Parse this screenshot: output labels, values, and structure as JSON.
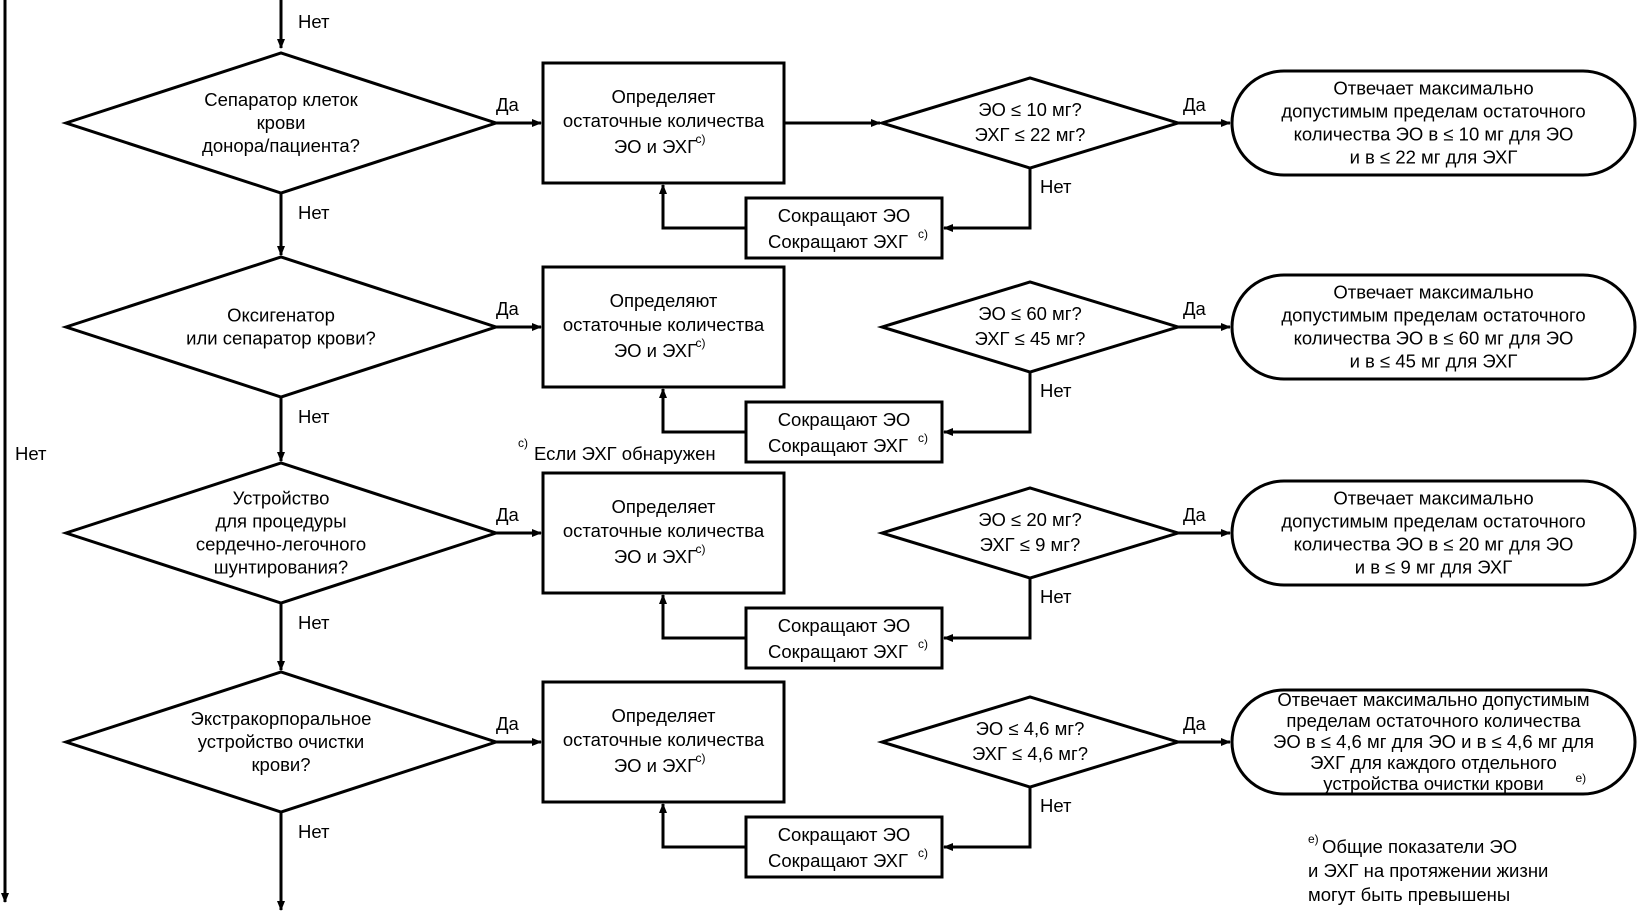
{
  "labels": {
    "yes": "Да",
    "no": "Нет"
  },
  "rows": [
    {
      "question": [
        "Сепаратор клеток",
        "крови",
        "донора/пациента?"
      ],
      "determine": [
        "Определяет",
        "остаточные количества",
        "ЭО и ЭХГ"
      ],
      "determine_sup": "c)",
      "check": [
        "ЭО ≤ 10 мг?",
        "ЭХГ ≤ 22 мг?"
      ],
      "result": [
        "Отвечает максимально",
        "допустимым пределам остаточного",
        "количества ЭО в ≤ 10 мг для ЭО",
        "и в ≤ 22 мг для ЭХГ"
      ],
      "reduce": [
        "Сокращают ЭО",
        "Сокращают ЭХГ"
      ],
      "reduce_sup": "c)"
    },
    {
      "question": [
        "Оксигенатор",
        "или сепаратор крови?"
      ],
      "determine": [
        "Определяют",
        "остаточные количества",
        "ЭО и ЭХГ"
      ],
      "determine_sup": "c)",
      "check": [
        "ЭО ≤ 60 мг?",
        "ЭХГ ≤ 45 мг?"
      ],
      "result": [
        "Отвечает максимально",
        "допустимым пределам остаточного",
        "количества ЭО в ≤ 60 мг для ЭО",
        "и в ≤ 45 мг для ЭХГ"
      ],
      "reduce": [
        "Сокращают ЭО",
        "Сокращают ЭХГ"
      ],
      "reduce_sup": "c)"
    },
    {
      "question": [
        "Устройство",
        "для процедуры",
        "сердечно-легочного",
        "шунтирования?"
      ],
      "determine": [
        "Определяет",
        "остаточные количества",
        "ЭО и ЭХГ"
      ],
      "determine_sup": "c)",
      "check": [
        "ЭО ≤ 20 мг?",
        "ЭХГ ≤ 9 мг?"
      ],
      "result": [
        "Отвечает максимально",
        "допустимым пределам остаточного",
        "количества ЭО в ≤ 20 мг для ЭО",
        "и в ≤ 9 мг для ЭХГ"
      ],
      "reduce": [
        "Сокращают ЭО",
        "Сокращают ЭХГ"
      ],
      "reduce_sup": "c)"
    },
    {
      "question": [
        "Экстракорпоральное",
        "устройство очистки",
        "крови?"
      ],
      "determine": [
        "Определяет",
        "остаточные количества",
        "ЭО и ЭХГ"
      ],
      "determine_sup": "c)",
      "check": [
        "ЭО ≤ 4,6 мг?",
        "ЭХГ ≤ 4,6 мг?"
      ],
      "result": [
        "Отвечает максимально допустимым",
        "пределам остаточного количества",
        "ЭО в ≤ 4,6 мг для ЭО и в ≤ 4,6 мг для",
        "ЭХГ для каждого отдельного",
        "устройства очистки крови"
      ],
      "result_sup": "e)",
      "reduce": [
        "Сокращают ЭО",
        "Сокращают ЭХГ"
      ],
      "reduce_sup": "c)"
    }
  ],
  "footnote_c": {
    "mark": "c)",
    "text": "Если ЭХГ обнаружен"
  },
  "footnote_e": {
    "mark": "e)",
    "lines": [
      "Общие показатели ЭО",
      "и ЭХГ на протяжении жизни",
      "могут быть превышены"
    ]
  }
}
